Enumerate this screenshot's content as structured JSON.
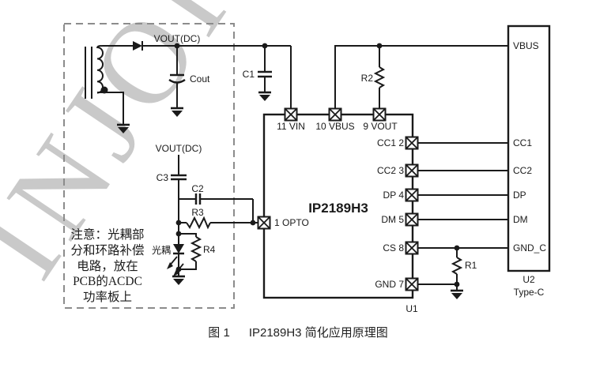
{
  "watermark": {
    "text": "INJOINIC",
    "fragment": "I"
  },
  "note": {
    "lines": [
      "注意：光耦部",
      "分和环路补偿",
      "电路，放在",
      "PCB的ACDC",
      "功率板上"
    ]
  },
  "labels": {
    "vout_dc_top": "VOUT(DC)",
    "vout_dc_comp": "VOUT(DC)",
    "cout": "Cout",
    "c1": "C1",
    "c2": "C2",
    "c3": "C3",
    "r1": "R1",
    "r2": "R2",
    "r3": "R3",
    "r4": "R4",
    "opto_coupler": "光耦"
  },
  "ic": {
    "name": "IP2189H3",
    "ref": "U1",
    "pin_vin": "11 VIN",
    "pin_vbus": "10 VBUS",
    "pin_vout": "9 VOUT",
    "pin_opto": "1 OPTO",
    "pin_cc1": "CC1 2",
    "pin_cc2": "CC2 3",
    "pin_dp": "DP 4",
    "pin_dm": "DM 5",
    "pin_cs": "CS 8",
    "pin_gnd": "GND 7"
  },
  "connector": {
    "ref": "U2",
    "type": "Type-C",
    "pin_vbus": "VBUS",
    "pin_cc1": "CC1",
    "pin_cc2": "CC2",
    "pin_dp": "DP",
    "pin_dm": "DM",
    "pin_gnd": "GND_C"
  },
  "caption": {
    "fig": "图 1",
    "title": "IP2189H3 简化应用原理图"
  }
}
